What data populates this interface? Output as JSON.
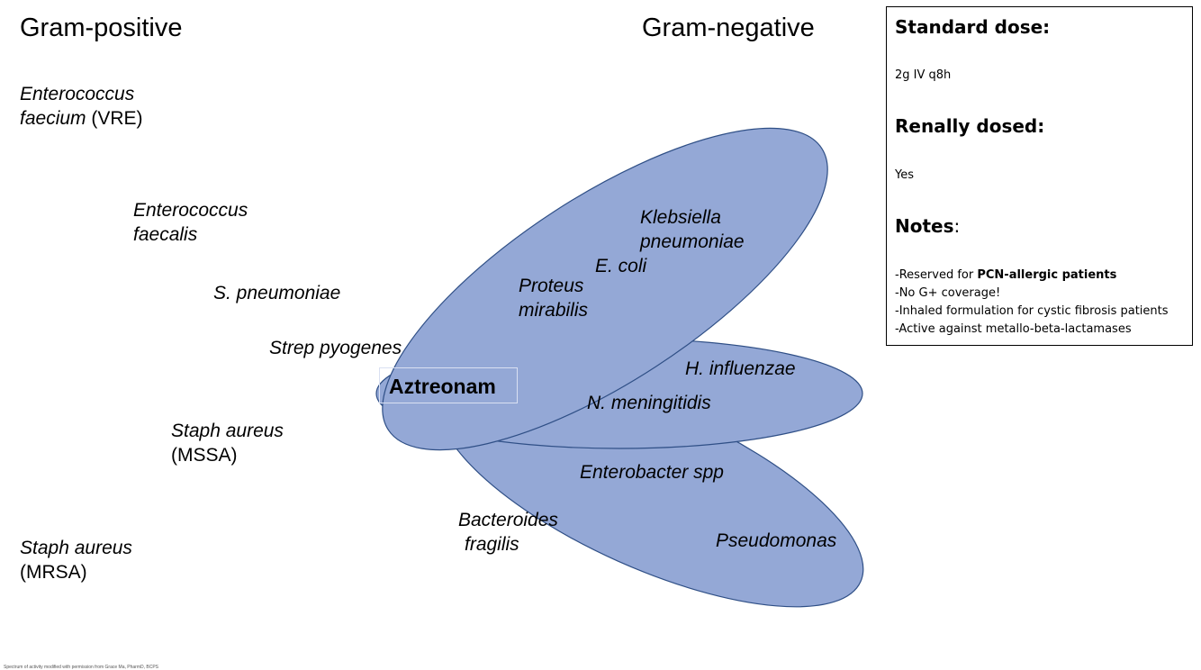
{
  "headings": {
    "gram_positive": "Gram-positive",
    "gram_negative": "Gram-negative"
  },
  "drug_label": "Aztreonam",
  "colors": {
    "ellipse_fill": "#94a8d6",
    "ellipse_stroke": "#2f4f86"
  },
  "gram_positive_organisms": {
    "vre": {
      "line1": "Enterococcus",
      "line2_italic": "faecium",
      "line2_plain": " (VRE)"
    },
    "faecalis": {
      "line1": "Enterococcus",
      "line2": "faecalis"
    },
    "pneumoniae": "S. pneumoniae",
    "pyogenes": "Strep pyogenes",
    "mssa": {
      "line1": "Staph aureus",
      "line2": "(MSSA)"
    },
    "mrsa": {
      "line1": "Staph aureus",
      "line2": "(MRSA)"
    }
  },
  "gram_negative_organisms": {
    "klebsiella": {
      "line1": "Klebsiella",
      "line2": "pneumoniae"
    },
    "ecoli": "E. coli",
    "proteus": {
      "line1": "Proteus",
      "line2": "mirabilis"
    },
    "hinfluenzae": "H. influenzae",
    "nmeningitidis": "N. meningitidis",
    "enterobacter": "Enterobacter spp",
    "bacteroides": {
      "line1": "Bacteroides",
      "line2": "fragilis"
    },
    "pseudomonas": "Pseudomonas"
  },
  "info": {
    "standard_dose_label": "Standard dose:",
    "standard_dose_value": "2g IV q8h",
    "renal_label": "Renally dosed:",
    "renal_value": "Yes",
    "notes_label": "Notes",
    "notes_colon": ":",
    "notes": [
      {
        "text": "-Reserved for ",
        "bold": "PCN-allergic patients"
      },
      {
        "text": "-No G+ coverage!"
      },
      {
        "text": "-Inhaled formulation for cystic fibrosis patients"
      },
      {
        "text": "-Active against metallo-beta-lactamases"
      }
    ]
  },
  "footer": "Spectrum of activity modified with permission from Grace Ma, PharmD, BCPS"
}
